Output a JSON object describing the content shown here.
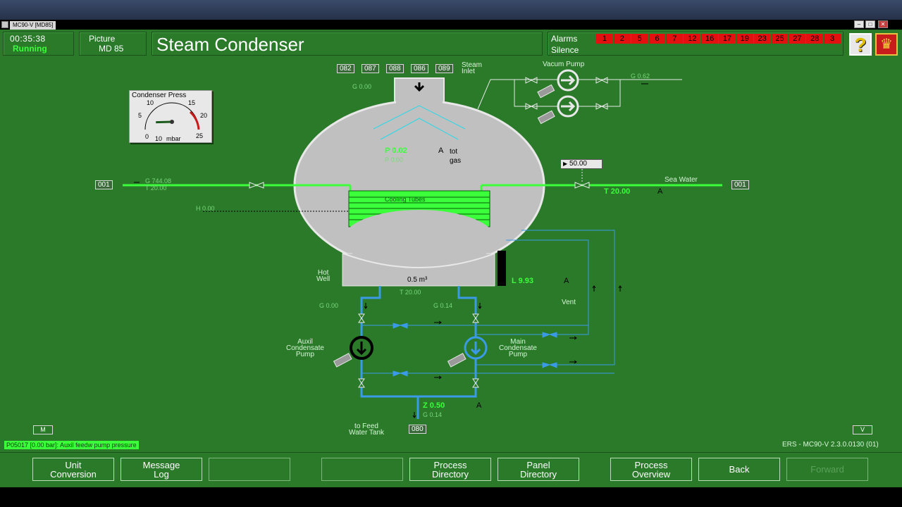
{
  "window": {
    "title": "MC90-V [MD85]"
  },
  "header": {
    "clock": "00:35:38",
    "run_state": "Running",
    "picture_label": "Picture",
    "picture_id": "MD  85",
    "title": "Steam Condenser",
    "alarms_label": "Alarms",
    "silence_label": "Silence",
    "alarm_numbers": [
      "1",
      "2",
      "5",
      "6",
      "7",
      "12",
      "16",
      "17",
      "19",
      "23",
      "25",
      "27",
      "28",
      "3"
    ],
    "help_symbol": "?"
  },
  "diagram": {
    "gauge": {
      "title": "Condenser Press",
      "unit": "mbar",
      "ticks": [
        "0",
        "5",
        "10",
        "15",
        "20",
        "25"
      ],
      "bottom_tick": "10",
      "reading": 2.5
    },
    "tags": {
      "top": [
        "082",
        "087",
        "088",
        "086",
        "089"
      ],
      "left": "001",
      "right": "001",
      "bottom": "080"
    },
    "steam_inlet": "Steam\nInlet",
    "vacuum_pump": "Vacum Pump",
    "g_vacuum": "G 0.62",
    "g_steam": "G 0.00",
    "p_value": "P  0.02",
    "p_sub": "P 0.00",
    "a_tot": "A",
    "tot_gas": "tot\ngas",
    "g_left": "G 744.08",
    "t_left": "T 20.00",
    "h_value": "H 0.00",
    "cooling_tubes": "Cooling Tubes",
    "setpoint": "50.00",
    "sea_water": "Sea Water",
    "t_right": "T  20.00",
    "a_right": "A",
    "hot_well": "Hot\nWell",
    "volume": "0.5  m³",
    "t_hotwell": "T 20.00",
    "level": "L  9.93",
    "a_level": "A",
    "vent": "Vent",
    "g_auxil": "G 0.00",
    "g_main": "G 0.14",
    "auxil_pump": "Auxil\nCondensate\nPump",
    "main_pump": "Main\nCondensate\nPump",
    "z_value": "Z  0.50",
    "g_outlet": "G 0.14",
    "a_outlet": "A",
    "feed_tank": "to Feed\nWater Tank"
  },
  "corners": {
    "left": "M",
    "right": "V"
  },
  "status_message": "P05017 [0.00 bar]: Auxil feedw pump pressure",
  "version": "ERS - MC90-V 2.3.0.0130 (01)",
  "toolbar": {
    "unit_conversion": "Unit\nConversion",
    "message_log": "Message\nLog",
    "blank1": "",
    "blank2": "",
    "process_directory": "Process\nDirectory",
    "panel_directory": "Panel\nDirectory",
    "process_overview": "Process\nOverview",
    "back": "Back",
    "forward": "Forward"
  },
  "colors": {
    "background": "#2a7a2a",
    "pipe_green": "#3aff3a",
    "pipe_blue": "#3a9ae8",
    "alarm": "#e41010",
    "vessel": "#c0c0c0"
  }
}
